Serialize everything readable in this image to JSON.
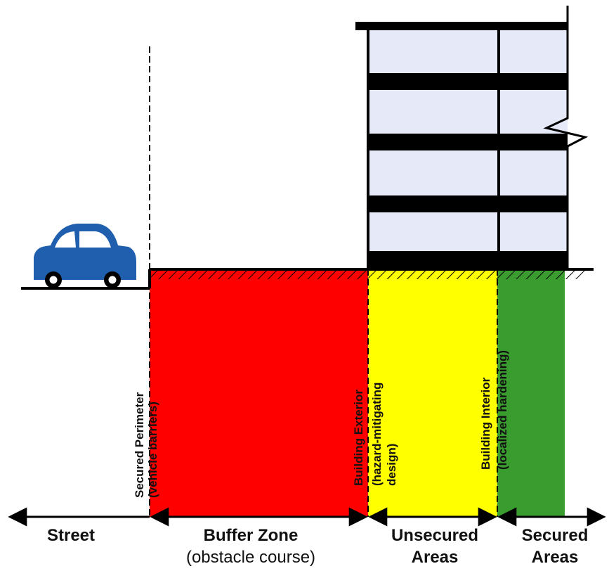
{
  "colors": {
    "buffer_zone": "#ff0000",
    "unsecured_areas": "#ffff00",
    "secured_areas": "#3a9c2e",
    "windows": "#e6eaf8",
    "car": "#1f5fae",
    "lines": "#000000"
  },
  "icons": [
    "car-icon",
    "break-line-icon",
    "double-arrow-icon"
  ],
  "boundary_labels": [
    {
      "line1": "Secured Perimeter",
      "line2": "(vehicle barriers)"
    },
    {
      "line1": "Building Exterior",
      "line2": "(hazard-mitigating",
      "line3": "design)"
    },
    {
      "line1": "Building Interior",
      "line2": "(localized hardening)"
    }
  ],
  "zones": [
    {
      "title": "Street"
    },
    {
      "title": "Buffer Zone",
      "subtitle": "(obstacle course)"
    },
    {
      "title": "Unsecured",
      "title2": "Areas"
    },
    {
      "title": "Secured",
      "title2": "Areas"
    }
  ]
}
